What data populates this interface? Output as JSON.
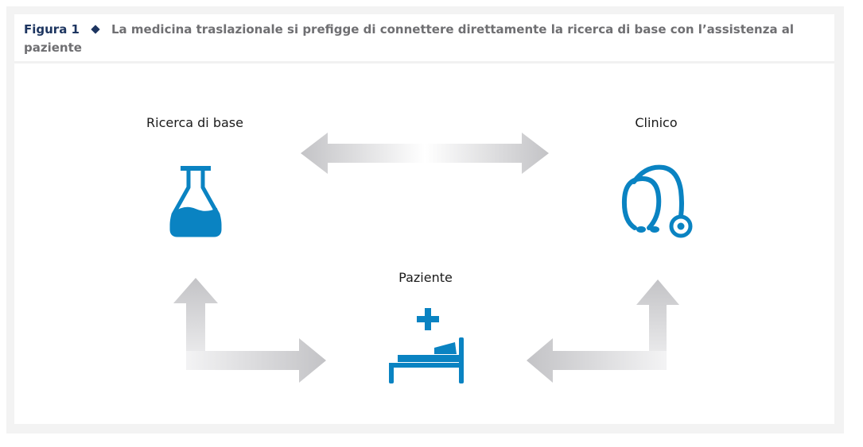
{
  "figure": {
    "label": "Figura 1",
    "caption": "La medicina traslazionale si prefigge di connettere direttamente la ricerca di base con l’assistenza al paziente"
  },
  "nodes": {
    "research": {
      "label": "Ricerca di base",
      "icon": "flask-icon"
    },
    "clinician": {
      "label": "Clinico",
      "icon": "stethoscope-icon"
    },
    "patient": {
      "label": "Paziente",
      "icon": "hospital-bed-icon"
    }
  },
  "colors": {
    "icon_blue": "#0a83c2",
    "arrow_gray": "#c3c3c6",
    "arrow_light": "#ffffff",
    "caption_text": "#6f6f72",
    "figure_label": "#1d3560",
    "frame_bg": "#f3f3f3"
  }
}
